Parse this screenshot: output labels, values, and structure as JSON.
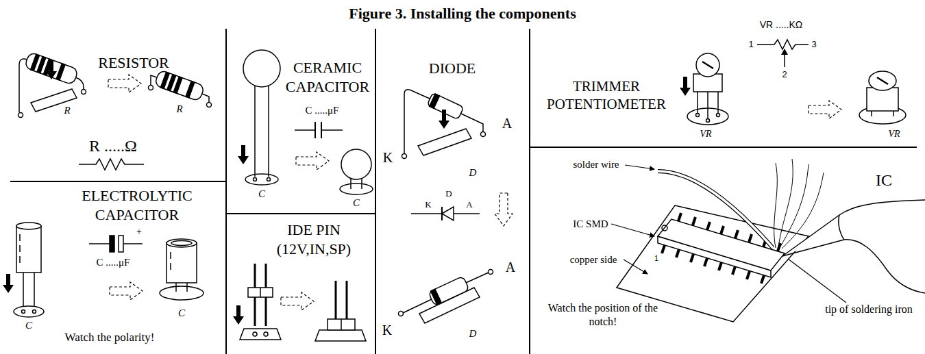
{
  "diagram": {
    "title": "Figure 3. Installing the components",
    "labels": [
      "RESISTOR",
      "R",
      "R",
      "R .....Ω",
      "CERAMIC CAPACITOR",
      "C .....μF",
      "C",
      "C",
      "DIODE",
      "K",
      "A",
      "D",
      "D",
      "K",
      "A",
      "A",
      "K",
      "D",
      "TRIMMER POTENTIOMETER",
      "VR .....KΩ",
      "1",
      "3",
      "2",
      "VR",
      "VR",
      "ELECTROLYTIC CAPACITOR",
      "+",
      "C .....μF",
      "C",
      "C",
      "Watch the polarity!",
      "IDE PIN (12V,IN,SP)",
      "solder wire",
      "IC",
      "IC SMD",
      "copper side",
      "Watch the position of the notch!",
      "tip of soldering iron",
      "1"
    ]
  }
}
